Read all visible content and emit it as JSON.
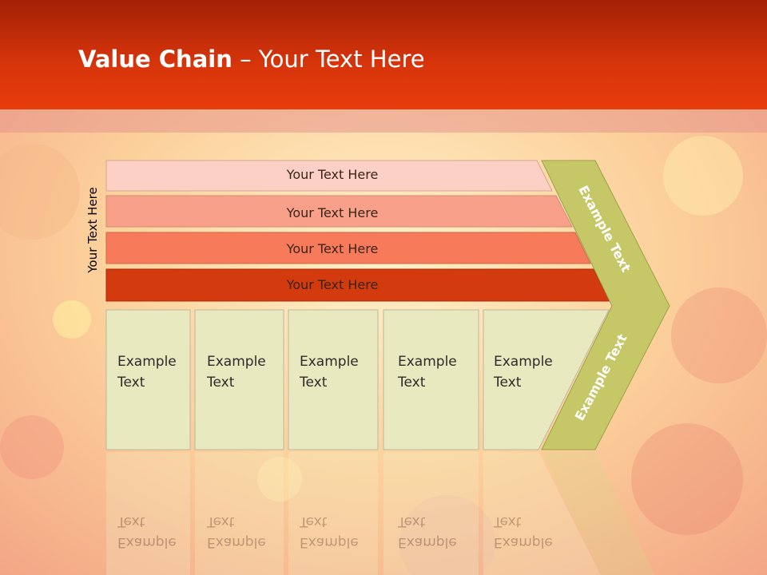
{
  "title": {
    "bold": "Value Chain",
    "rest": " – Your Text Here"
  },
  "side_label": "Your Text Here",
  "bars": [
    {
      "label": "Your Text Here",
      "color": "#fdd0c6"
    },
    {
      "label": "Your Text Here",
      "color": "#f9a08a"
    },
    {
      "label": "Your Text Here",
      "color": "#f77b5a"
    },
    {
      "label": "Your Text Here",
      "color": "#d33a0e"
    }
  ],
  "boxes": [
    {
      "line1": "Example",
      "line2": "Text"
    },
    {
      "line1": "Example",
      "line2": "Text"
    },
    {
      "line1": "Example",
      "line2": "Text"
    },
    {
      "line1": "Example",
      "line2": "Text"
    },
    {
      "line1": "Example",
      "line2": "Text"
    }
  ],
  "chevron": {
    "upper_label": "Example Text",
    "lower_label": "Example Text",
    "color": "#c6c766"
  },
  "colors": {
    "header": "#d8350b",
    "box_fill": "#e9e9c0",
    "box_stroke": "#b9b9a0"
  }
}
